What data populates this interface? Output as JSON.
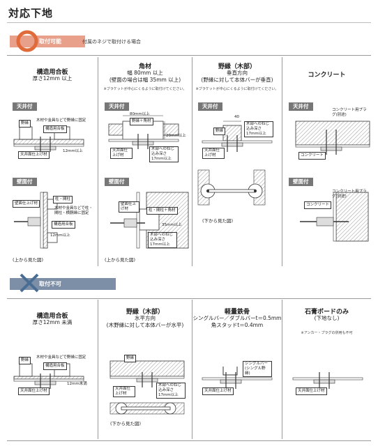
{
  "page_title": "対応下地",
  "ok_section": {
    "badge": "取付可能",
    "note": "付属のネジで取付ける場合",
    "badge_color": "#e8a08a",
    "columns": [
      {
        "heading": "構造用合板",
        "sub": [
          "厚さ12mm 以上"
        ],
        "ceiling_tag": "天井付",
        "wall_tag": "壁面付",
        "ceiling_labels": [
          "野縁",
          "木材や金具などで野縁に固定",
          "構造用合板",
          "天井面仕上げ材",
          "12mm以上"
        ],
        "wall_labels": [
          "壁面仕上げ材",
          "柱・間柱",
          "木材や金具などで柱・間柱・横胴縁に固定",
          "構造用合板",
          "12mm以上",
          "(上から見た図)"
        ]
      },
      {
        "heading": "角材",
        "sub": [
          "幅 80mm 以上",
          "(壁面の場合は幅 35mm 以上)"
        ],
        "note": "※ブラケットが中心にくるように取付けてください。",
        "ceiling_tag": "天井付",
        "wall_tag": "壁面付",
        "ceiling_labels": [
          "80mm以上",
          "野縁＋角材",
          "20mm以上",
          "天井面仕上げ材",
          "木部へのねじ込み深さ17mm以上"
        ],
        "wall_labels": [
          "壁面仕上げ材",
          "柱・間柱＋角材",
          "35mm以上",
          "木部へのねじ込み深さ17mm以上",
          "(上から見た図)"
        ]
      },
      {
        "heading": "野縁（木部）",
        "sub": [
          "垂直方向",
          "(野縁に対して本体バーが垂直)"
        ],
        "note": "※ブラケットが中心にくるように取付けてください。",
        "ceiling_tag": "天井付",
        "ceiling_labels": [
          "40",
          "野縁",
          "木部へのねじ込み深さ17mm以上",
          "天井面仕上げ材"
        ],
        "wall_labels": [
          "(下から見た図)"
        ]
      },
      {
        "heading": "コンクリート",
        "sub": [],
        "ceiling_tag": "天井付",
        "wall_tag": "壁面付",
        "ceiling_labels": [
          "コンクリート用プラグ(別途)",
          "コンクリート"
        ],
        "wall_labels": [
          "コンクリート",
          "コンクリート用プラグ(別途)"
        ]
      }
    ]
  },
  "ng_section": {
    "badge": "取付不可",
    "badge_color": "#7d8fa6",
    "columns": [
      {
        "heading": "構造用合板",
        "sub": [
          "厚さ12mm 未満"
        ],
        "labels": [
          "野縁",
          "木材や金具などで野縁に固定",
          "構造用合板",
          "天井面仕上げ材",
          "12mm未満"
        ]
      },
      {
        "heading": "野縁（木部）",
        "sub": [
          "水平方向",
          "(木野縁に対して本体バーが水平)"
        ],
        "labels": [
          "野縁",
          "天井面仕上げ材",
          "木部へのねじ込み深さ17mm以上",
          "(下から見た図)"
        ]
      },
      {
        "heading": "軽量鉄骨",
        "sub": [
          "シングルバー／ダブルバーt＝0.5mm",
          "角スタッドt＝0.4mm"
        ],
        "labels": [
          "シングルバー(シングル野縁)",
          "天井面仕上げ材"
        ]
      },
      {
        "heading": "石膏ボードのみ",
        "sub": [
          "(下地なし)"
        ],
        "note": "※アンカー・プラグの併用も不可",
        "labels": [
          "天井面仕上げ材"
        ]
      }
    ]
  }
}
